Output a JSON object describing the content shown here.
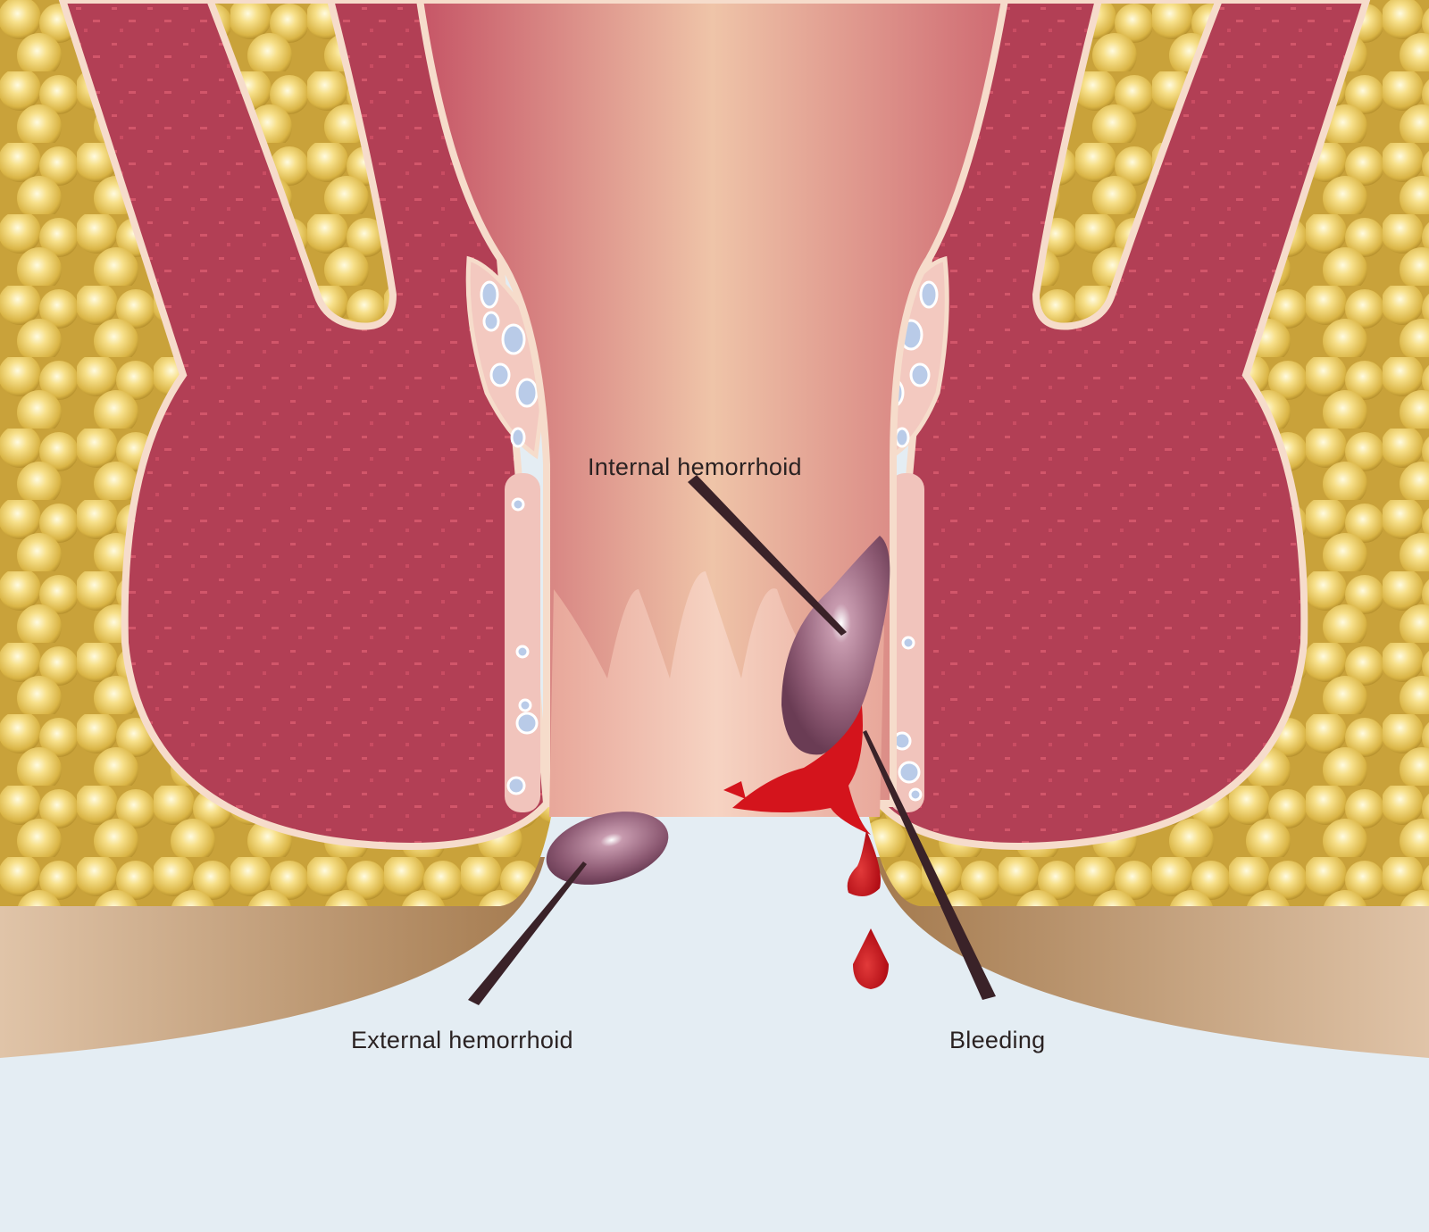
{
  "title": "Hemorrhoid anatomy illustration",
  "labels": {
    "internal": "Internal hemorrhoid",
    "external": "External hemorrhoid",
    "bleeding": "Bleeding"
  },
  "colors": {
    "background": "#e4edf3",
    "fat": "#f0d46a",
    "muscle": "#b23f55",
    "muscle_border": "#f6dccb",
    "skin": "#c49a72",
    "hemorrhoid": "#8a5a72",
    "blood": "#d4141c",
    "pointer": "#3a2228"
  }
}
